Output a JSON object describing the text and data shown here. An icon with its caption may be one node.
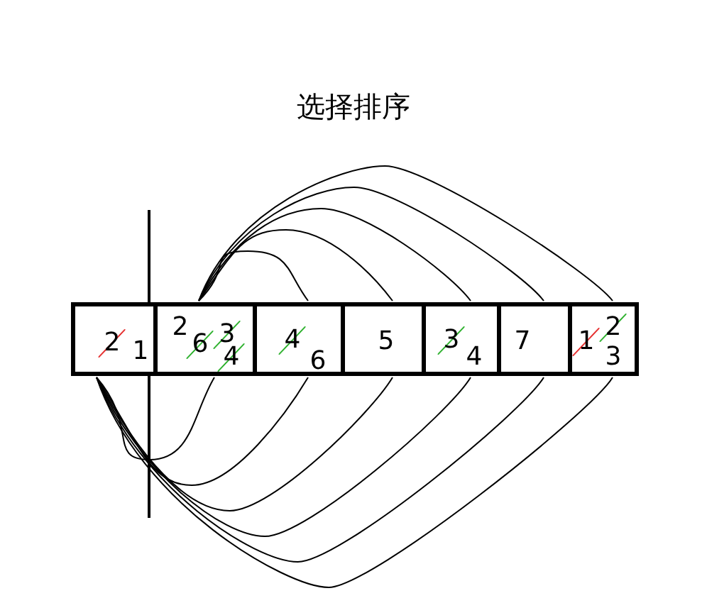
{
  "diagram": {
    "title": "选择排序",
    "nodes": [
      {
        "text": [
          "2",
          "1"
        ]
      },
      {
        "text": [
          "2",
          "6",
          "3",
          "4"
        ]
      },
      {
        "text": [
          "4",
          "6"
        ]
      },
      {
        "text": [
          "5"
        ]
      },
      {
        "text": [
          "3",
          "4"
        ]
      },
      {
        "text": [
          "7"
        ]
      },
      {
        "text": [
          "1",
          "2",
          "3"
        ]
      }
    ],
    "edges": [
      {
        "from": 0,
        "to": 1,
        "arrow": "none"
      },
      {
        "from": 0,
        "to": 2,
        "arrow": "none"
      },
      {
        "from": 0,
        "to": 3,
        "arrow": "none"
      },
      {
        "from": 0,
        "to": 4,
        "arrow": "none"
      },
      {
        "from": 0,
        "to": 5,
        "arrow": "none"
      },
      {
        "from": 0,
        "to": 6,
        "arrow": "none"
      },
      {
        "from": 1,
        "to": 2,
        "arrow": "none"
      },
      {
        "from": 1,
        "to": 3,
        "arrow": "none"
      },
      {
        "from": 1,
        "to": 4,
        "arrow": "none"
      },
      {
        "from": 1,
        "to": 5,
        "arrow": "none"
      },
      {
        "from": 1,
        "to": 6,
        "arrow": "none"
      }
    ]
  }
}
